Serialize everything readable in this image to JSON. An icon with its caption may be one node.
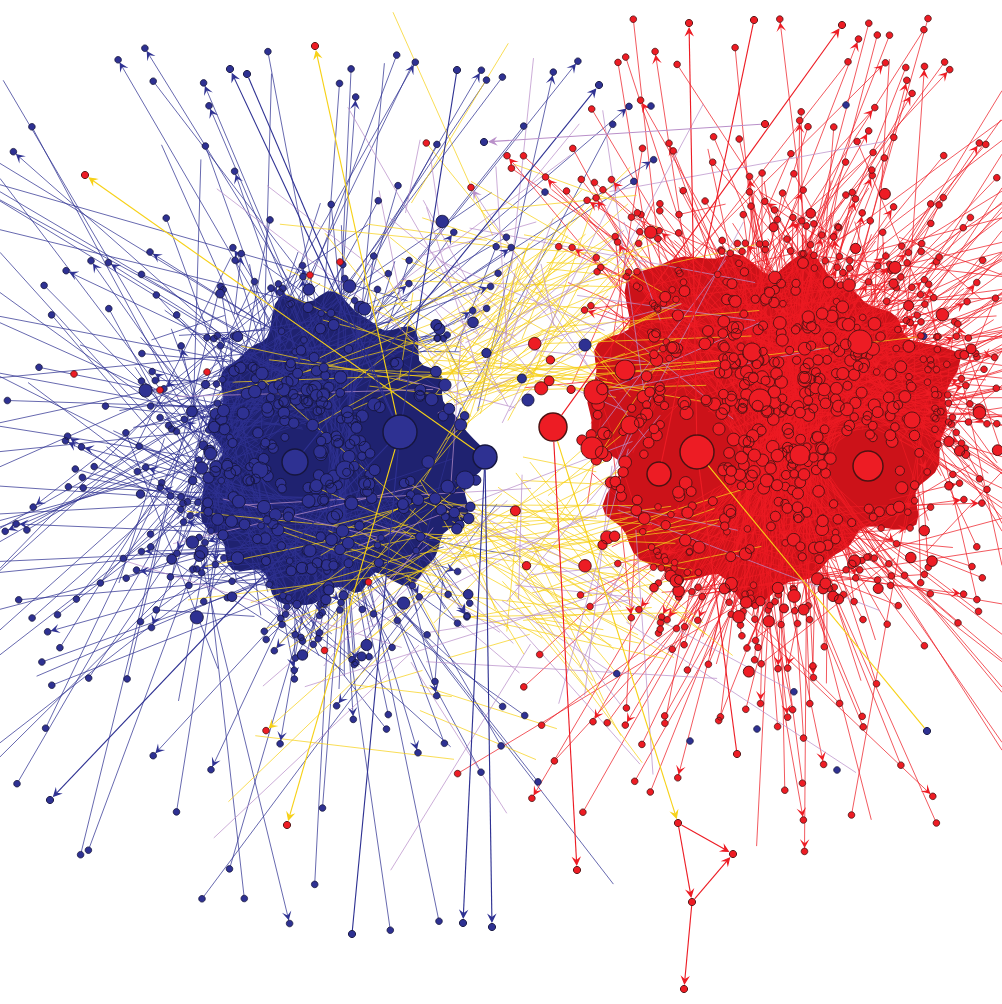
{
  "diagram": {
    "nodes": [
      {
        "text": [],
        "shape": "circle"
      },
      {
        "text": [],
        "shape": "circle"
      },
      {
        "text": [],
        "shape": "circle"
      },
      {
        "text": [],
        "shape": "circle"
      },
      {
        "text": [],
        "shape": "circle"
      },
      {
        "text": [],
        "shape": "circle"
      },
      {
        "text": [],
        "shape": "circle"
      },
      {
        "text": [],
        "shape": "circle"
      },
      {
        "text": [],
        "shape": "circle"
      },
      {
        "text": [],
        "shape": "circle"
      },
      {
        "text": [],
        "shape": "circle"
      },
      {
        "text": [],
        "shape": "circle"
      },
      {
        "text": [],
        "shape": "circle"
      },
      {
        "text": [],
        "shape": "circle"
      },
      {
        "text": [],
        "shape": "circle"
      },
      {
        "text": [],
        "shape": "circle"
      },
      {
        "text": [],
        "shape": "circle"
      },
      {
        "text": [],
        "shape": "circle"
      },
      {
        "text": [],
        "shape": "circle"
      },
      {
        "text": [],
        "shape": "circle"
      },
      {
        "text": [],
        "shape": "circle"
      },
      {
        "text": [],
        "shape": "circle"
      },
      {
        "text": [],
        "shape": "circle"
      },
      {
        "text": [],
        "shape": "circle"
      },
      {
        "text": [],
        "shape": "circle"
      },
      {
        "text": [],
        "shape": "circle"
      },
      {
        "text": [],
        "shape": "circle"
      },
      {
        "text": [],
        "shape": "circle"
      },
      {
        "text": [],
        "shape": "circle"
      },
      {
        "text": [],
        "shape": "circle"
      }
    ],
    "edges": [
      {
        "from": 0,
        "to": 7,
        "arrow": "to",
        "color": "#f7d117"
      },
      {
        "from": 2,
        "to": 8,
        "arrow": "to",
        "color": "#f7d117"
      },
      {
        "from": 1,
        "to": 9,
        "arrow": "to",
        "color": "#2e3192"
      },
      {
        "from": 0,
        "to": 10,
        "arrow": "to",
        "color": "#2e3192"
      },
      {
        "from": 0,
        "to": 11,
        "arrow": "none",
        "color": "#2e3192"
      },
      {
        "from": 0,
        "to": 12,
        "arrow": "none",
        "color": "#2e3192"
      },
      {
        "from": 3,
        "to": 13,
        "arrow": "to",
        "color": "#ed1c24"
      },
      {
        "from": 6,
        "to": 14,
        "arrow": "none",
        "color": "#ed1c24"
      },
      {
        "from": 5,
        "to": 15,
        "arrow": "to",
        "color": "#ed1c24"
      },
      {
        "from": 5,
        "to": 16,
        "arrow": "to",
        "color": "#f7d117"
      },
      {
        "from": 16,
        "to": 17,
        "arrow": "to",
        "color": "#ed1c24"
      },
      {
        "from": 16,
        "to": 18,
        "arrow": "to",
        "color": "#ed1c24"
      },
      {
        "from": 18,
        "to": 17,
        "arrow": "to",
        "color": "#ed1c24"
      },
      {
        "from": 18,
        "to": 19,
        "arrow": "to",
        "color": "#ed1c24"
      },
      {
        "from": 0,
        "to": 20,
        "arrow": "to",
        "color": "#2e3192"
      },
      {
        "from": 0,
        "to": 21,
        "arrow": "none",
        "color": "#2e3192"
      },
      {
        "from": 2,
        "to": 22,
        "arrow": "to",
        "color": "#2e3192"
      },
      {
        "from": 2,
        "to": 23,
        "arrow": "to",
        "color": "#2e3192"
      },
      {
        "from": 0,
        "to": 24,
        "arrow": "to",
        "color": "#f7d117"
      },
      {
        "from": 3,
        "to": 25,
        "arrow": "none",
        "color": "#f7d117"
      },
      {
        "from": 3,
        "to": 26,
        "arrow": "none",
        "color": "#ed1c24"
      },
      {
        "from": 5,
        "to": 27,
        "arrow": "to",
        "color": "#ed1c24"
      },
      {
        "from": 28,
        "to": 29,
        "arrow": "to",
        "color": "#b98fc9"
      }
    ]
  }
}
